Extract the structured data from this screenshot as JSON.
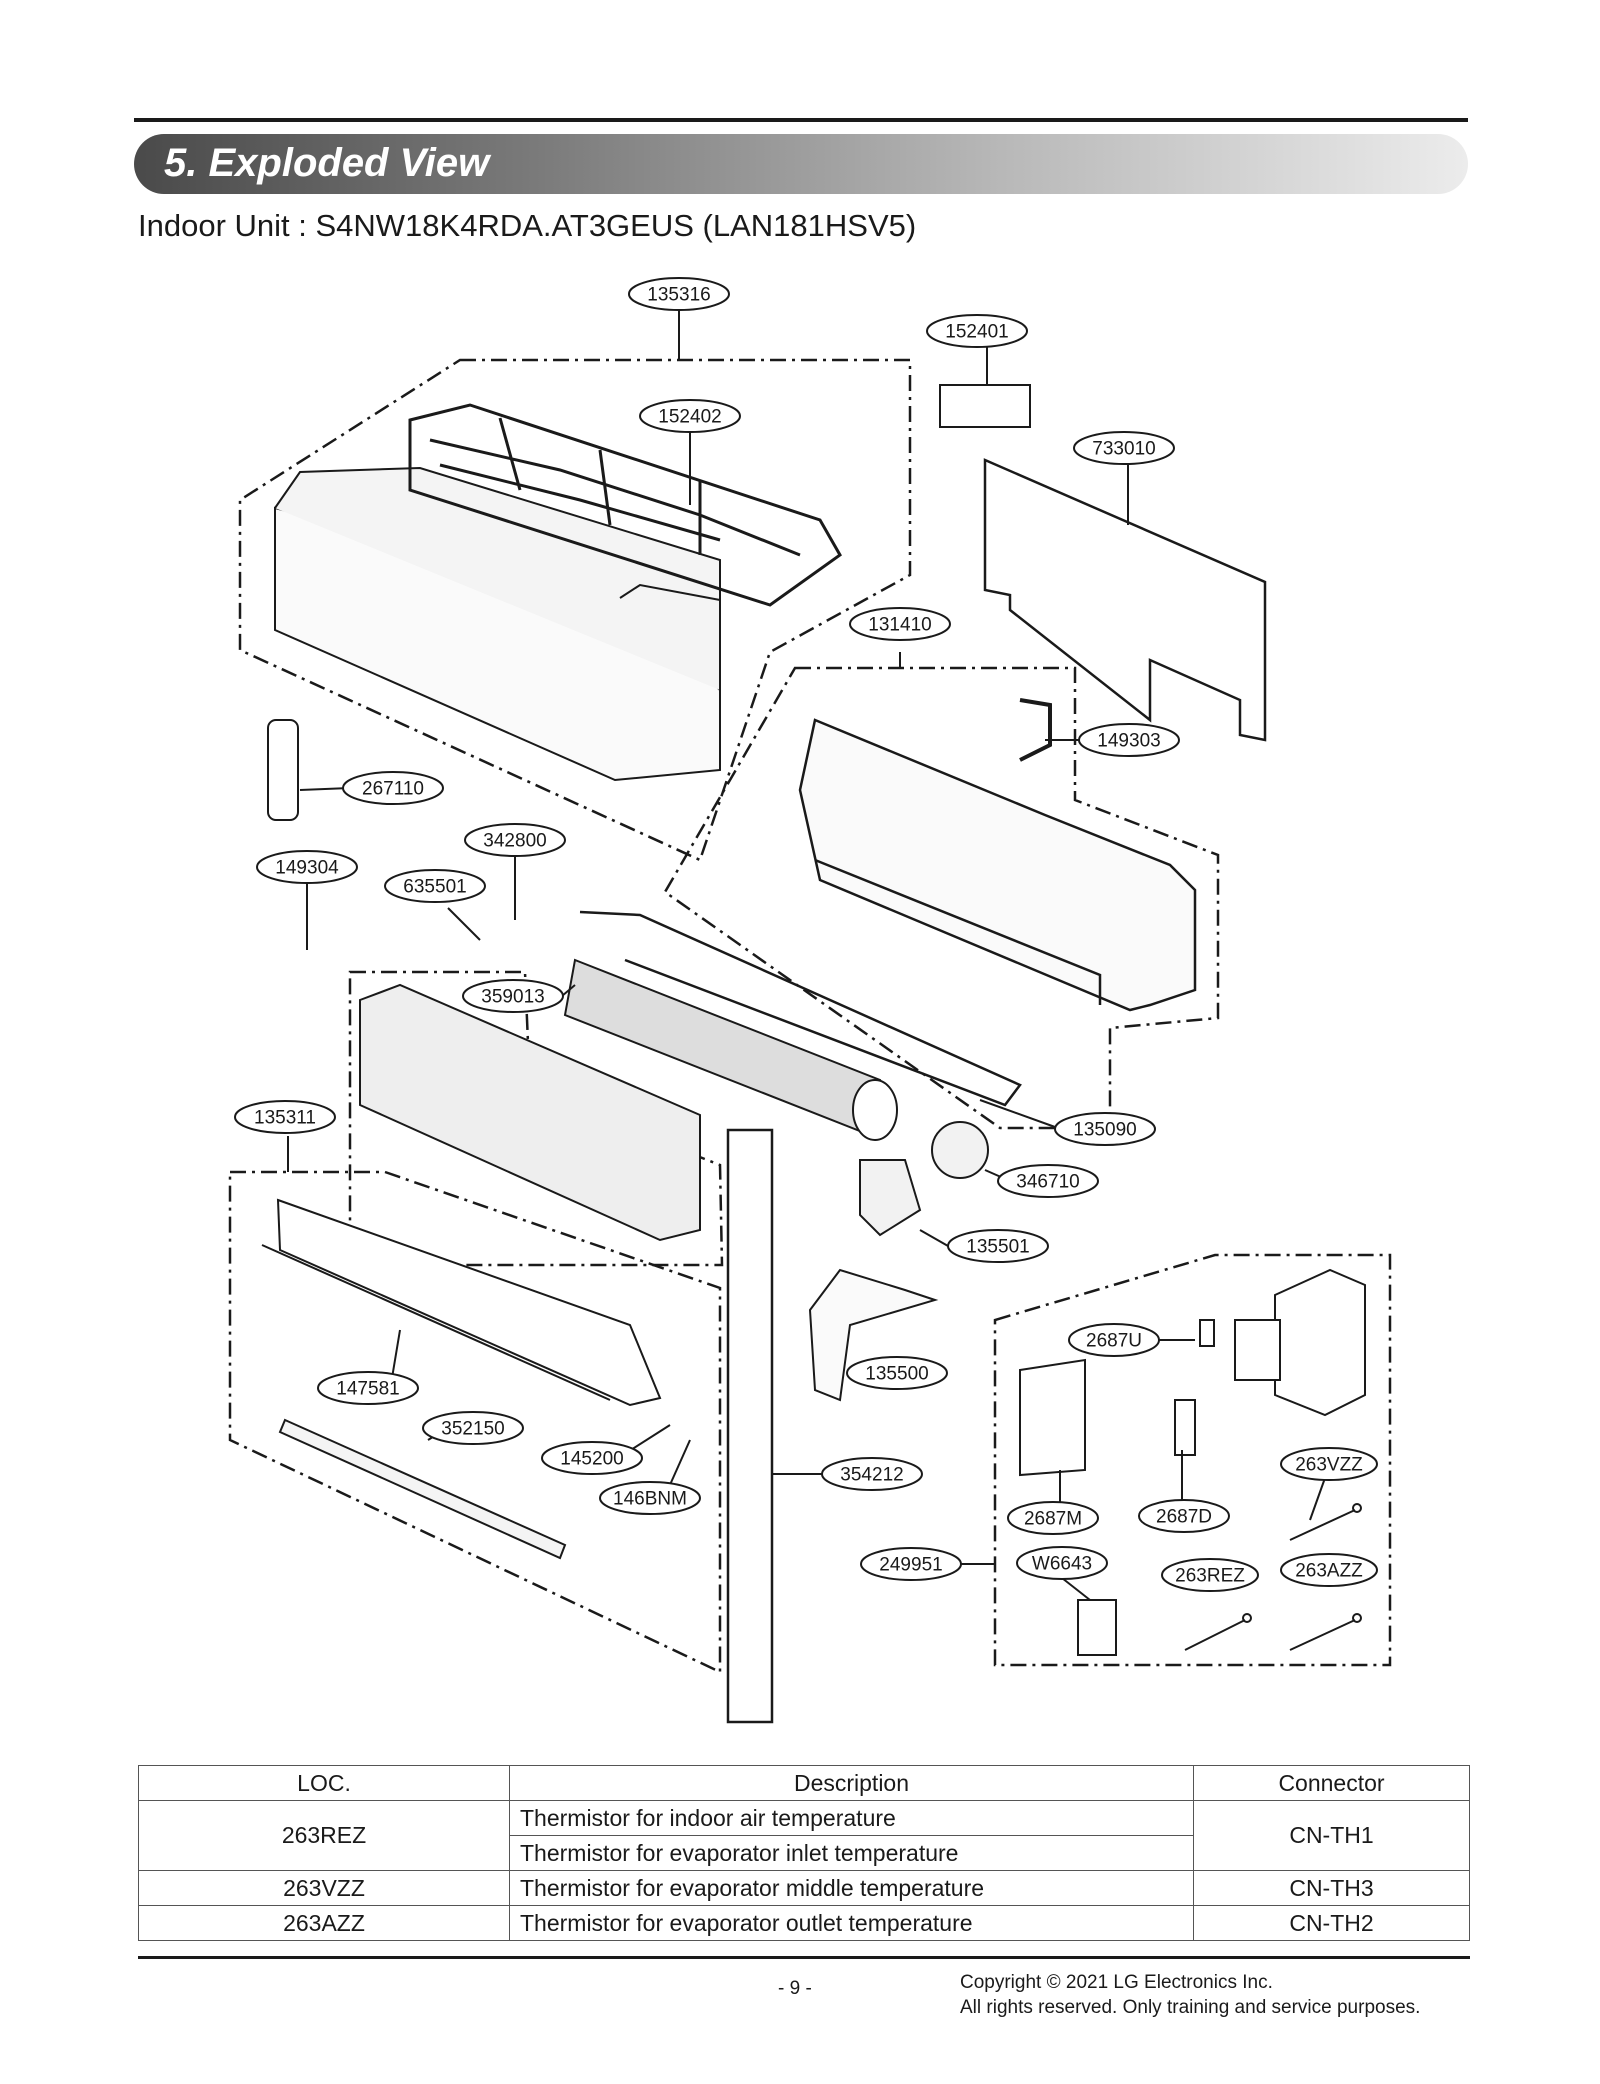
{
  "header": {
    "section_title": "5. Exploded View",
    "subtitle": "Indoor Unit : S4NW18K4RDA.AT3GEUS (LAN181HSV5)"
  },
  "part_labels": {
    "p135316": "135316",
    "p152401": "152401",
    "p152402": "152402",
    "p733010": "733010",
    "p131410": "131410",
    "p149303": "149303",
    "p267110": "267110",
    "p342800": "342800",
    "p149304": "149304",
    "p635501": "635501",
    "p359013": "359013",
    "p135311": "135311",
    "p135090": "135090",
    "p346710": "346710",
    "p135501": "135501",
    "p2687U": "2687U",
    "p135500": "135500",
    "p147581": "147581",
    "p352150": "352150",
    "p145200": "145200",
    "p146BNM": "146BNM",
    "p354212": "354212",
    "p263VZZ": "263VZZ",
    "p2687M": "2687M",
    "p2687D": "2687D",
    "p249951": "249951",
    "pW6643": "W6643",
    "p263REZ": "263REZ",
    "p263AZZ": "263AZZ"
  },
  "table": {
    "headers": {
      "loc": "LOC.",
      "description": "Description",
      "connector": "Connector"
    },
    "rows": [
      {
        "loc": "263REZ",
        "description": "Thermistor for indoor air temperature",
        "connector": "CN-TH1"
      },
      {
        "description": "Thermistor for evaporator inlet temperature"
      },
      {
        "loc": "263VZZ",
        "description": "Thermistor for evaporator middle temperature",
        "connector": "CN-TH3"
      },
      {
        "loc": "263AZZ",
        "description": "Thermistor for evaporator outlet temperature",
        "connector": "CN-TH2"
      }
    ]
  },
  "footer": {
    "page_number": "- 9 -",
    "copyright_line1": "Copyright © 2021 LG Electronics Inc.",
    "copyright_line2": "All rights reserved. Only training and service purposes."
  }
}
